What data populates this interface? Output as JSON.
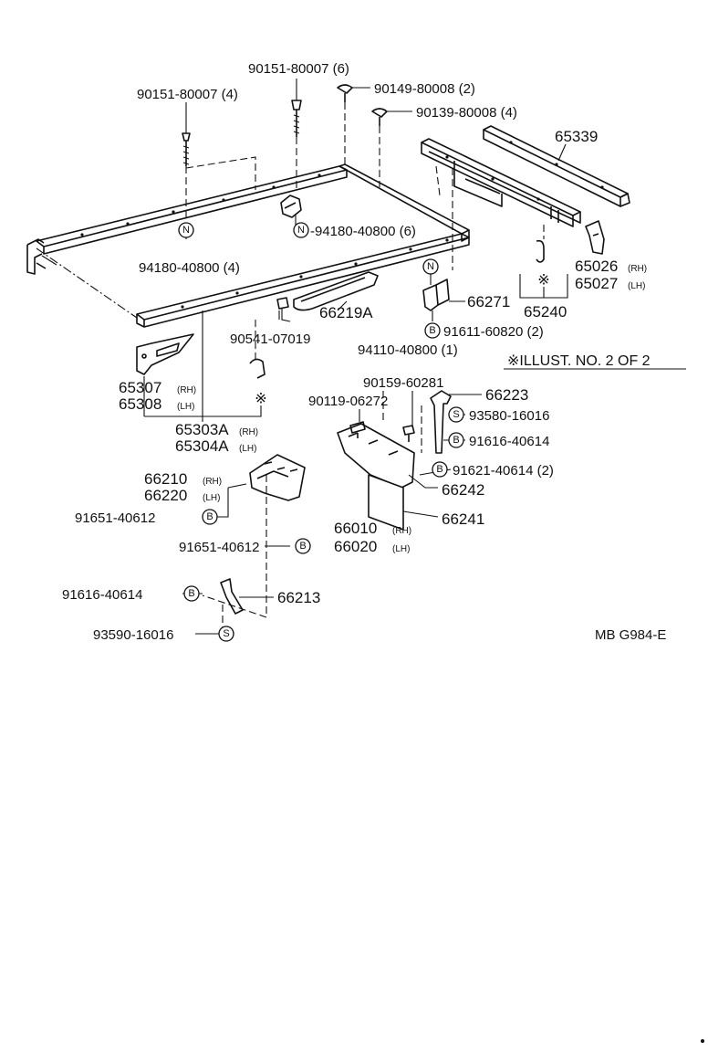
{
  "labels": {
    "p90151_80007_4": "90151-80007 (4)",
    "p90151_80007_6": "90151-80007 (6)",
    "p90149_80008_2": "90149-80008 (2)",
    "p90139_80008_4": "90139-80008 (4)",
    "p65339": "65339",
    "p94180_40800_6": "-94180-40800 (6)",
    "p94180_40800_4": "94180-40800 (4)",
    "p65026": "65026",
    "p65027": "65027",
    "p66271": "66271",
    "p65240": "65240",
    "p91611_60820_2": "91611-60820 (2)",
    "p66219A": "66219A",
    "p90541_07019": "90541-07019",
    "p94110_40800_1": "94110-40800 (1)",
    "p65307": "65307",
    "p65308": "65308",
    "p90159_60281": "90159-60281",
    "p66223": "66223",
    "p90119_06272": "90119-06272",
    "p93580_16016": "93580-16016",
    "p65303A": "65303A",
    "p65304A": "65304A",
    "p91616_40614_a": "91616-40614",
    "p91621_40614_2": "91621-40614 (2)",
    "p66210": "66210",
    "p66220": "66220",
    "p66242": "66242",
    "p91651_40612_a": "91651-40612",
    "p66010": "66010",
    "p66020": "66020",
    "p66241": "66241",
    "p91651_40612_b": "91651-40612",
    "p91616_40614_b": "91616-40614",
    "p66213": "66213",
    "p93590_16016": "93590-16016"
  },
  "side_tags": {
    "rh": "(RH)",
    "lh": "(LH)",
    "rh_compact": "(RH)",
    "lh_compact": "(LH)"
  },
  "markers": {
    "n": "N",
    "b": "B",
    "s": "S",
    "star": "※"
  },
  "note": "※ILLUST. NO. 2 OF 2",
  "figure_code": "MB G984-E"
}
